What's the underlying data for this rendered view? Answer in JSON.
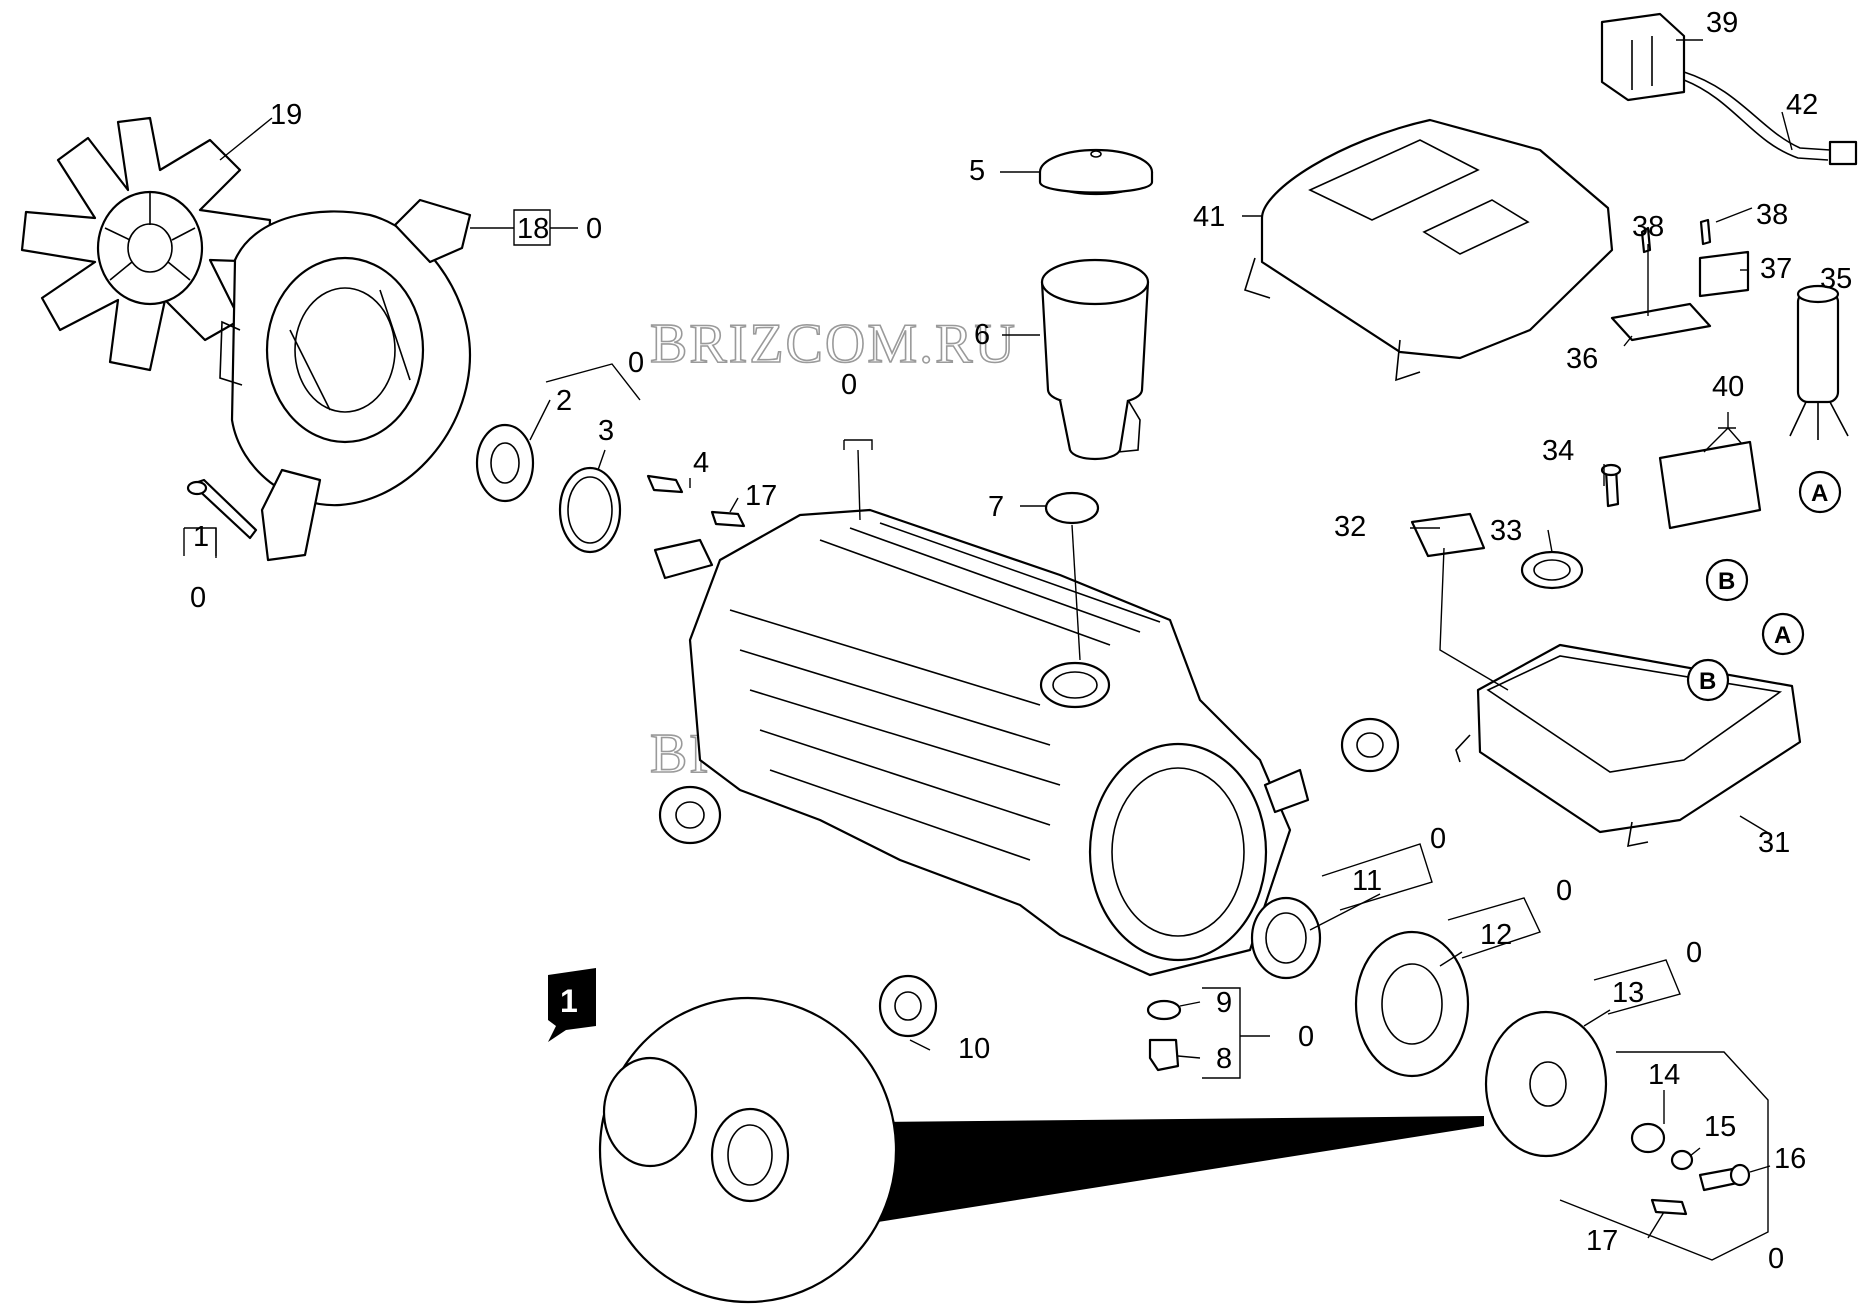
{
  "watermark": "BRIZCOM.RU",
  "callout_badge": "1",
  "circle_markers": {
    "a": "A",
    "b": "B"
  },
  "labels": {
    "p0": "0",
    "p1": "1",
    "p2": "2",
    "p3": "3",
    "p4": "4",
    "p5": "5",
    "p6": "6",
    "p7": "7",
    "p8": "8",
    "p9": "9",
    "p10": "10",
    "p11": "11",
    "p12": "12",
    "p13": "13",
    "p14": "14",
    "p15": "15",
    "p16": "16",
    "p17": "17",
    "p18": "18",
    "p19": "19",
    "p31": "31",
    "p32": "32",
    "p33": "33",
    "p34": "34",
    "p35": "35",
    "p36": "36",
    "p37": "37",
    "p38": "38",
    "p39": "39",
    "p40": "40",
    "p41": "41",
    "p42": "42"
  }
}
